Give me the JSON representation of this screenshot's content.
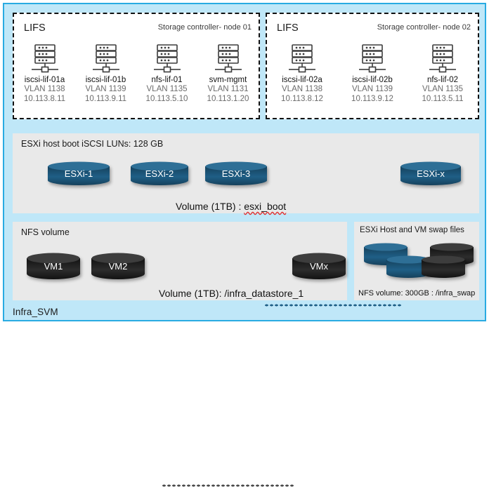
{
  "diagram": {
    "svm_label": "Infra_SVM",
    "accent_border_color": "#29abe2",
    "svm_fill_color": "#bfe7f8",
    "section_fill_color": "#e9e9e9",
    "blue_disk_color": "#1d5476",
    "black_disk_color": "#2b2b2b"
  },
  "controllers": [
    {
      "panel_title": "LIFS",
      "panel_subtitle": "Storage controller- node 01",
      "lifs": [
        {
          "name": "iscsi-lif-01a",
          "vlan": "VLAN 1138",
          "ip": "10.113.8.11",
          "icon": "server-rack-icon"
        },
        {
          "name": "iscsi-lif-01b",
          "vlan": "VLAN 1139",
          "ip": "10.113.9.11",
          "icon": "server-rack-icon"
        },
        {
          "name": "nfs-lif-01",
          "vlan": "VLAN 1135",
          "ip": "10.113.5.10",
          "icon": "server-rack-icon"
        },
        {
          "name": "svm-mgmt",
          "vlan": "VLAN 1131",
          "ip": "10.113.1.20",
          "icon": "server-rack-icon"
        }
      ]
    },
    {
      "panel_title": "LIFS",
      "panel_subtitle": "Storage controller- node 02",
      "lifs": [
        {
          "name": "iscsi-lif-02a",
          "vlan": "VLAN 1138",
          "ip": "10.113.8.12",
          "icon": "server-rack-icon"
        },
        {
          "name": "iscsi-lif-02b",
          "vlan": "VLAN 1139",
          "ip": "10.113.9.12",
          "icon": "server-rack-icon"
        },
        {
          "name": "nfs-lif-02",
          "vlan": "VLAN 1135",
          "ip": "10.113.5.11",
          "icon": "server-rack-icon"
        }
      ]
    }
  ],
  "boot_lun_section": {
    "heading": "ESXi host boot iSCSI LUNs: 128 GB",
    "caption_prefix": "Volume (1TB) : ",
    "caption_volume": "esxi_boot",
    "disks": [
      {
        "label": "ESXi-1"
      },
      {
        "label": "ESXi-2"
      },
      {
        "label": "ESXi-3"
      },
      {
        "label": "ESXi-x"
      }
    ]
  },
  "nfs_volume_section": {
    "heading": "NFS volume",
    "caption": "Volume (1TB): /infra_datastore_1",
    "disks": [
      {
        "label": "VM1"
      },
      {
        "label": "VM2"
      },
      {
        "label": "VMx"
      }
    ]
  },
  "swap_section": {
    "heading": "ESXi Host and VM swap files",
    "caption": "NFS volume: 300GB : /infra_swap",
    "disk_groups": [
      {
        "color": "blue"
      },
      {
        "color": "black"
      }
    ]
  }
}
